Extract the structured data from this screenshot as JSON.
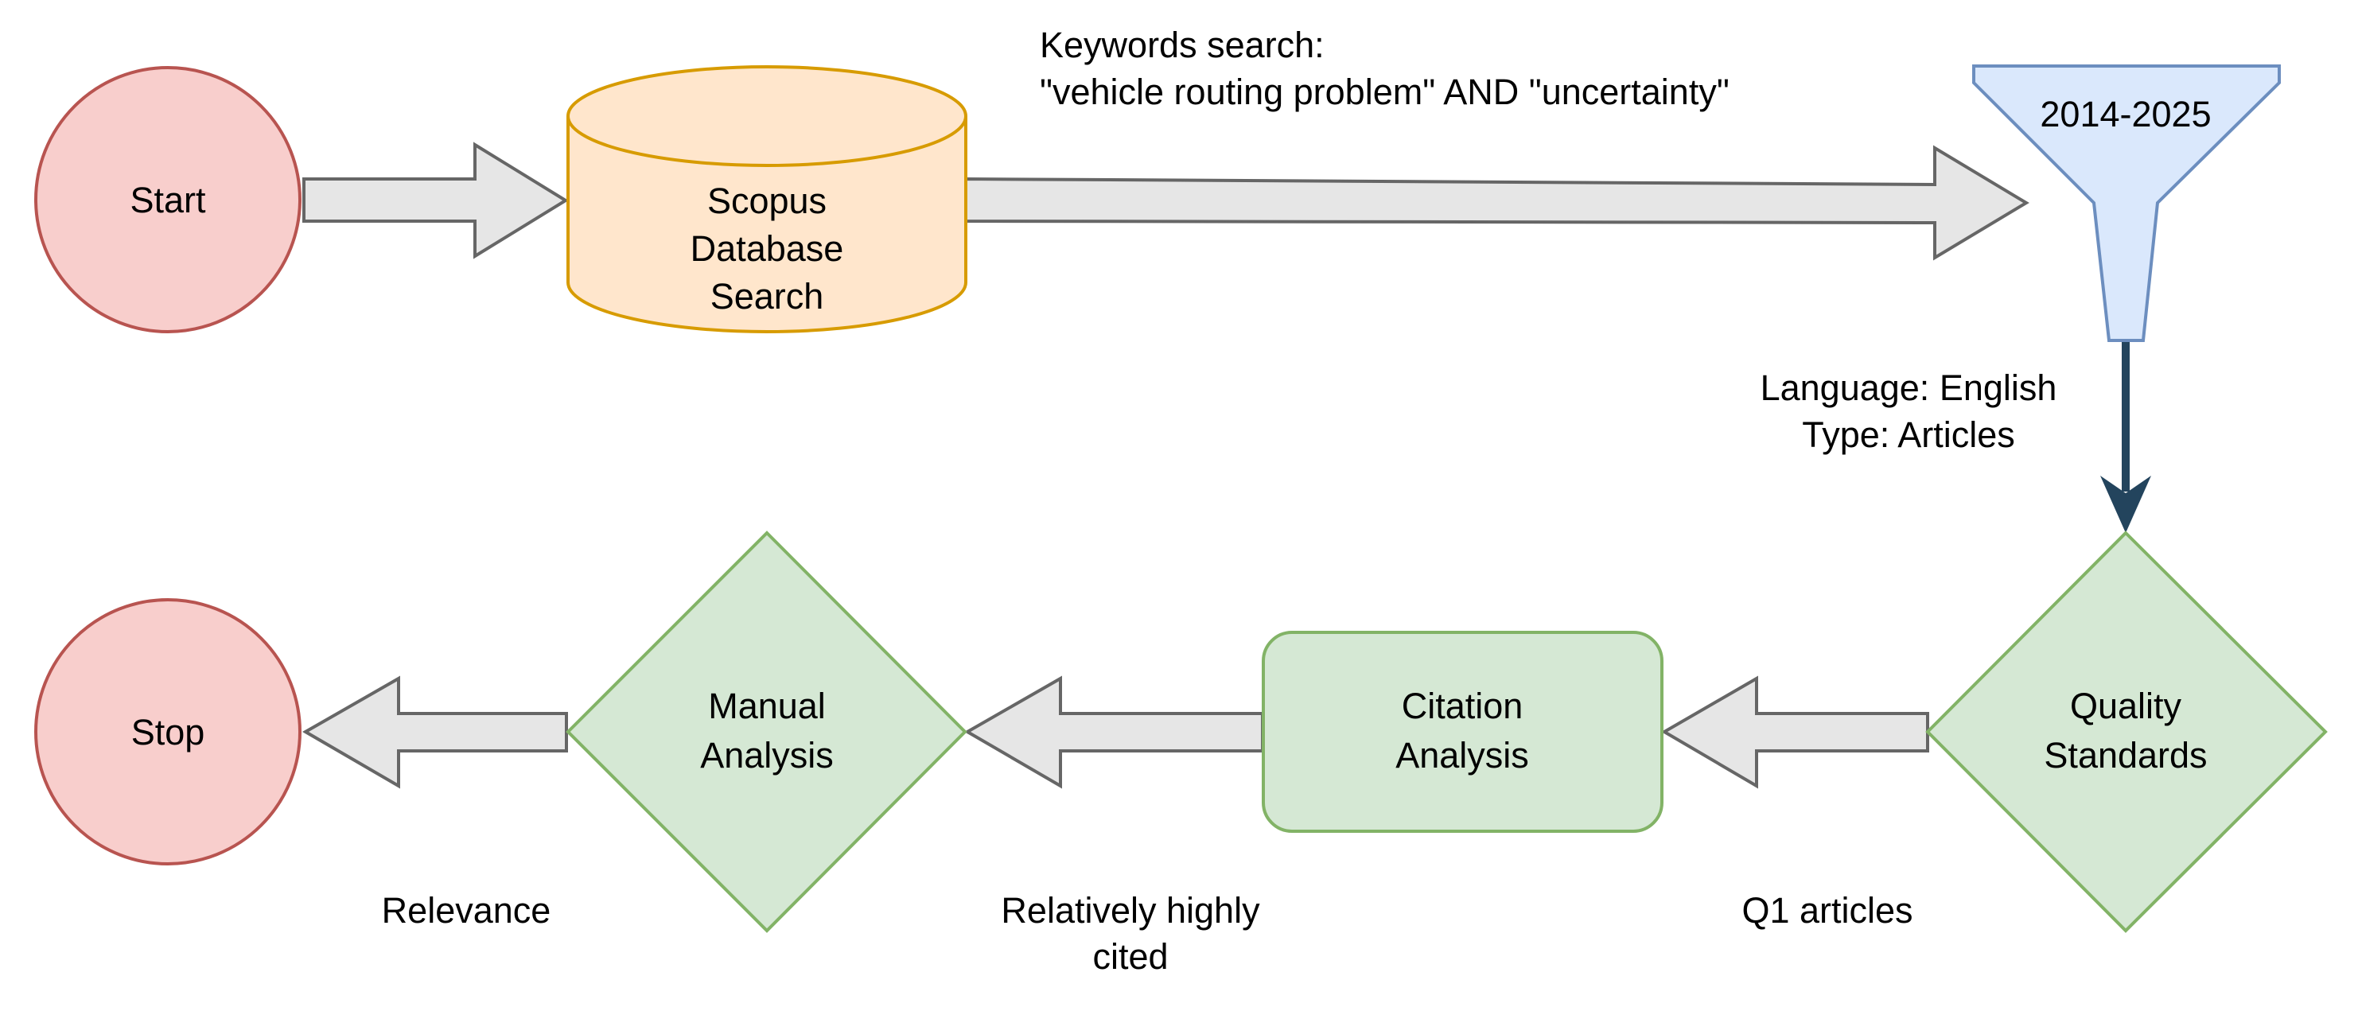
{
  "colors": {
    "terminal_fill": "#f8cecc",
    "terminal_stroke": "#b85450",
    "database_fill": "#ffe6cc",
    "database_stroke": "#d79b00",
    "filter_fill": "#dae8fc",
    "filter_stroke": "#6c8ebf",
    "process_fill": "#d5e8d4",
    "process_stroke": "#82b366",
    "arrow_fill": "#e6e6e6",
    "arrow_stroke": "#666666",
    "connector": "#23445d"
  },
  "nodes": {
    "start": {
      "label": "Start"
    },
    "database": {
      "lines": [
        "Scopus",
        "Database",
        "Search"
      ]
    },
    "filter": {
      "label": "2014-2025"
    },
    "quality": {
      "lines": [
        "Quality",
        "Standards"
      ]
    },
    "citation": {
      "lines": [
        "Citation",
        "Analysis"
      ]
    },
    "manual": {
      "lines": [
        "Manual",
        "Analysis"
      ]
    },
    "stop": {
      "label": "Stop"
    }
  },
  "edge_labels": {
    "keywords": [
      "Keywords search:",
      "\"vehicle routing problem\" AND \"uncertainty\""
    ],
    "language": [
      "Language: English",
      "Type: Articles"
    ],
    "q1": [
      "Q1 articles"
    ],
    "cited": [
      "Relatively highly",
      "cited"
    ],
    "relevance": [
      "Relevance"
    ]
  }
}
